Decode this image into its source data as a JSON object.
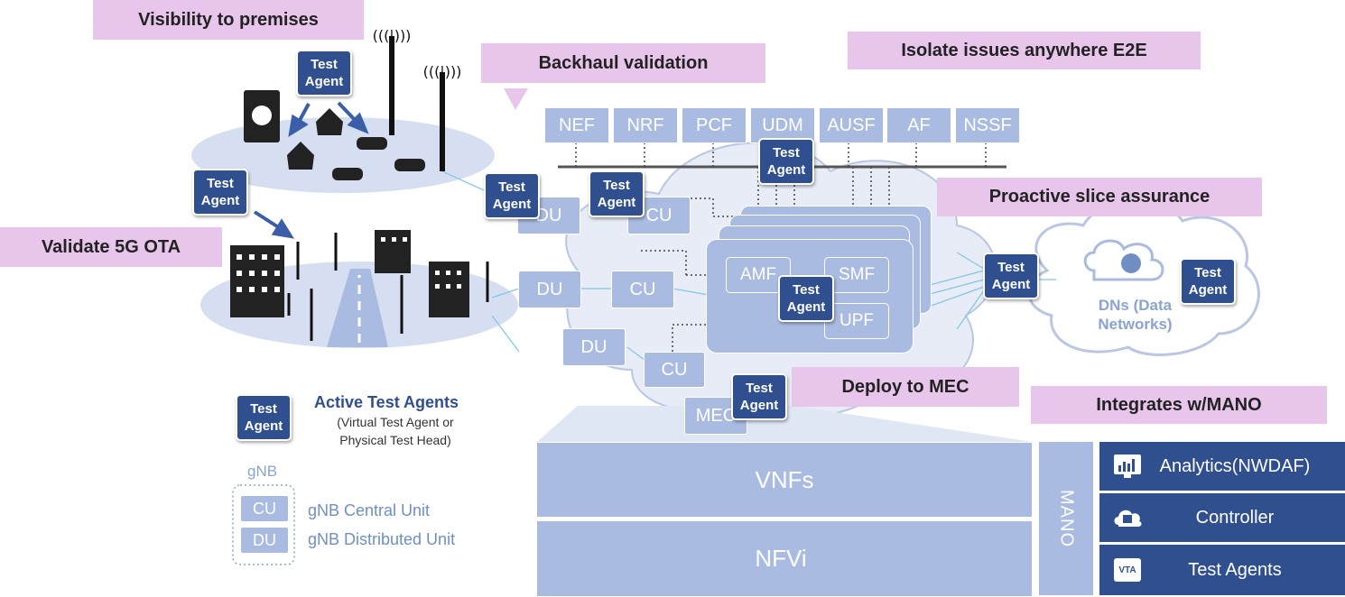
{
  "callouts": {
    "visibility": "Visibility to premises",
    "backhaul": "Backhaul validation",
    "isolate": "Isolate issues anywhere E2E",
    "validate_ota": "Validate 5G OTA",
    "proactive": "Proactive slice assurance",
    "deploy_mec": "Deploy to MEC",
    "integrates": "Integrates w/MANO"
  },
  "test_agent_label": "Test\nAgent",
  "core_nfs": [
    "NEF",
    "NRF",
    "PCF",
    "UDM",
    "AUSF",
    "AF",
    "NSSF"
  ],
  "ran": {
    "du": "DU",
    "cu": "CU",
    "mec": "MEC"
  },
  "core_functions": {
    "amf": "AMF",
    "smf": "SMF",
    "upf": "UPF"
  },
  "dn_cloud": "DNs (Data Networks)",
  "legend": {
    "title": "Active Test Agents",
    "subtitle": "(Virtual Test Agent or Physical Test Head)",
    "gnb": "gNB",
    "cu": "CU",
    "du": "DU",
    "cu_desc": "gNB Central Unit",
    "du_desc": "gNB Distributed Unit"
  },
  "stack": {
    "vnfs": "VNFs",
    "nfvi": "NFVi",
    "mano": "MANO"
  },
  "mano_rows": [
    {
      "label": "Analytics(NWDAF)",
      "icon": "analytics-icon"
    },
    {
      "label": "Controller",
      "icon": "cloud-controller-icon"
    },
    {
      "label": "Test Agents",
      "icon": "vta-icon",
      "icon_text": "VTA"
    }
  ],
  "colors": {
    "test_agent": "#2f4f8f",
    "box": "#a9bbe0",
    "callout": "#e8c6ec",
    "cloud": "#e7ecf6",
    "mano_row": "#2f4f8f"
  }
}
